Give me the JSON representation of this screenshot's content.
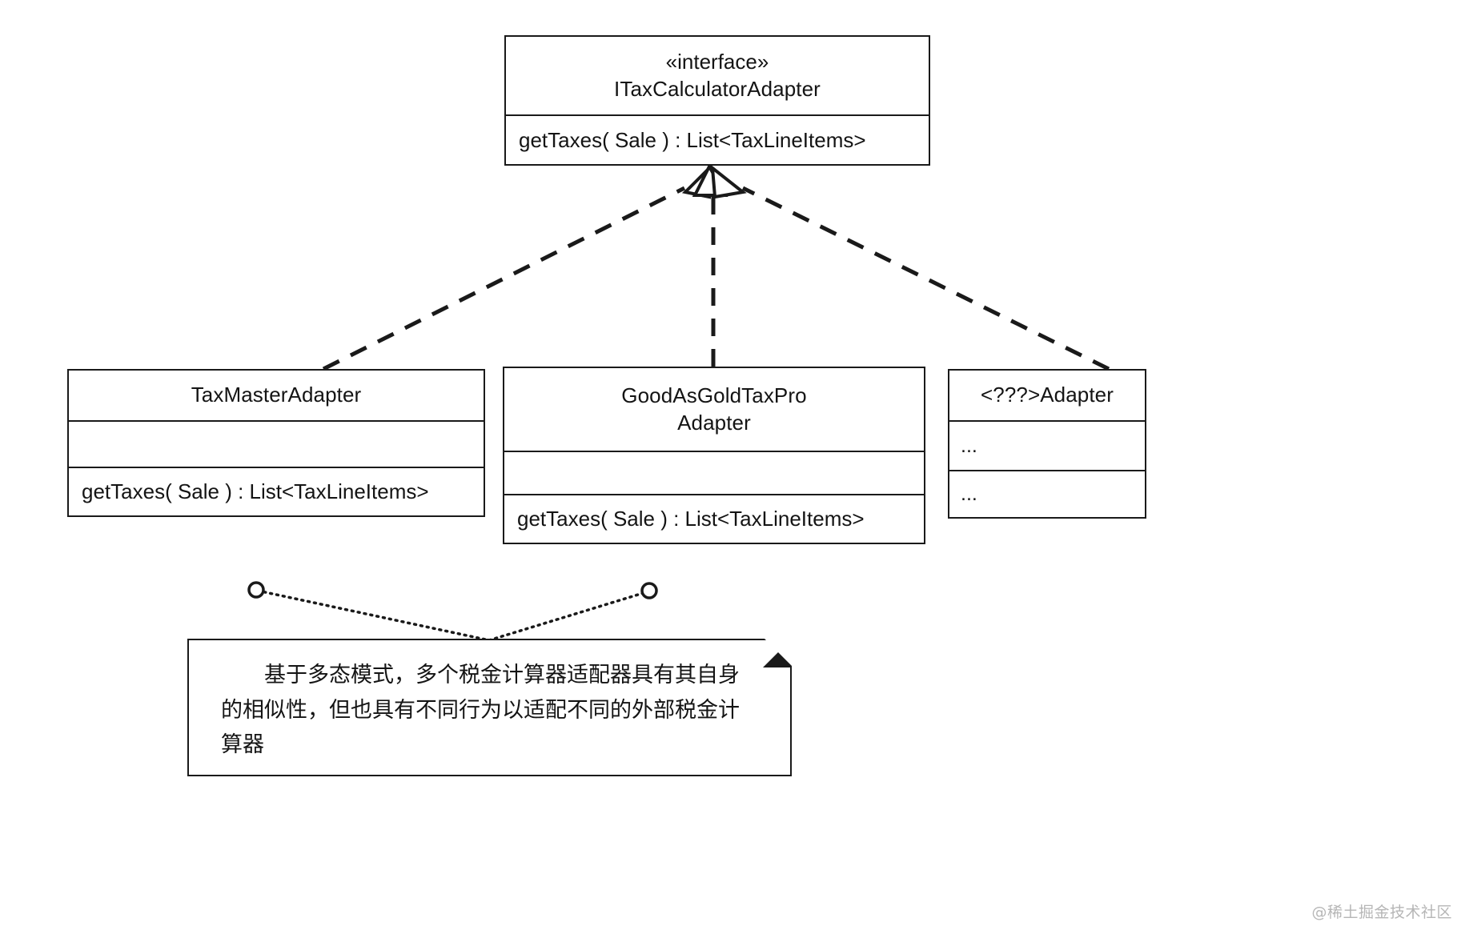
{
  "diagram": {
    "title": "Tax Calculator Adapter polymorphism UML class diagram",
    "interface": {
      "stereotype": "«interface»",
      "name": "ITaxCalculatorAdapter",
      "operation": "getTaxes( Sale ) : List<TaxLineItems>"
    },
    "classes": [
      {
        "name": "TaxMasterAdapter",
        "attributes": "",
        "operation": "getTaxes( Sale ) : List<TaxLineItems>"
      },
      {
        "name_line1": "GoodAsGoldTaxPro",
        "name_line2": "Adapter",
        "attributes": "",
        "operation": "getTaxes( Sale ) : List<TaxLineItems>"
      },
      {
        "name": "<???>Adapter",
        "attributes": "...",
        "operation": "..."
      }
    ],
    "note": {
      "text": "基于多态模式，多个税金计算器适配器具有其自身的相似性，但也具有不同行为以适配不同的外部税金计算器"
    },
    "relationship_type": "realization (dashed line, hollow triangle arrowhead)",
    "watermark": "@稀土掘金技术社区",
    "colors": {
      "line": "#1a1a1a",
      "background": "#ffffff",
      "text": "#141414",
      "watermark": "#b6b6b6"
    }
  }
}
